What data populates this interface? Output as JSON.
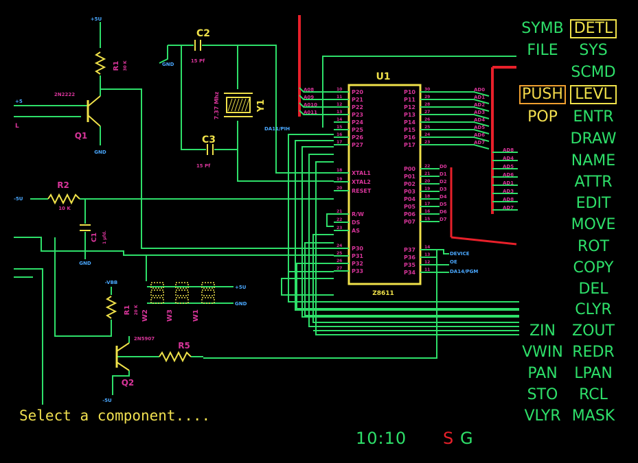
{
  "menu": [
    {
      "label": "SYMB",
      "state": "normal"
    },
    {
      "label": "DETL",
      "state": "selected"
    },
    {
      "label": "FILE",
      "state": "normal"
    },
    {
      "label": "SYS",
      "state": "normal"
    },
    {
      "label": "SCMD",
      "state": "normal"
    },
    {
      "label": "PUSH",
      "state": "push"
    },
    {
      "label": "LEVL",
      "state": "selected"
    },
    {
      "label": "POP",
      "state": "yellow"
    },
    {
      "label": "ENTR",
      "state": "normal"
    },
    {
      "label": "DRAW",
      "state": "normal"
    },
    {
      "label": "NAME",
      "state": "normal"
    },
    {
      "label": "ATTR",
      "state": "normal"
    },
    {
      "label": "EDIT",
      "state": "normal"
    },
    {
      "label": "MOVE",
      "state": "normal"
    },
    {
      "label": "ROT",
      "state": "normal"
    },
    {
      "label": "COPY",
      "state": "normal"
    },
    {
      "label": "DEL",
      "state": "normal"
    },
    {
      "label": "CLYR",
      "state": "normal"
    },
    {
      "label": "ZIN",
      "state": "normal"
    },
    {
      "label": "ZOUT",
      "state": "normal"
    },
    {
      "label": "VWIN",
      "state": "normal"
    },
    {
      "label": "REDR",
      "state": "normal"
    },
    {
      "label": "PAN",
      "state": "normal"
    },
    {
      "label": "LPAN",
      "state": "normal"
    },
    {
      "label": "STO",
      "state": "normal"
    },
    {
      "label": "RCL",
      "state": "normal"
    },
    {
      "label": "VLYR",
      "state": "normal"
    },
    {
      "label": "MASK",
      "state": "normal"
    }
  ],
  "status": {
    "prompt": "Select a component....",
    "clock": "10:10",
    "flag_s": "S",
    "flag_g": "G"
  },
  "schematic": {
    "chip": {
      "ref": "U1",
      "part": "Z8611"
    },
    "chip_left_pins": [
      "P20",
      "P21",
      "P22",
      "P23",
      "P24",
      "P25",
      "P26",
      "P27",
      "XTAL1",
      "XTAL2",
      "RESET",
      "R/W",
      "DS",
      "AS",
      "P30",
      "P31",
      "P32",
      "P33"
    ],
    "chip_right_pins": [
      "P10",
      "P11",
      "P12",
      "P13",
      "P14",
      "P15",
      "P16",
      "P17",
      "P00",
      "P01",
      "P02",
      "P03",
      "P04",
      "P05",
      "P06",
      "P07",
      "P37",
      "P36",
      "P35",
      "P34"
    ],
    "addr_bus_labels": [
      "AD0",
      "AD1",
      "AD2",
      "AD3",
      "AD4",
      "AD5",
      "AD6",
      "AD7"
    ],
    "addr_bus2_labels": [
      "AD8",
      "AD4",
      "AD5",
      "AD6",
      "AD1",
      "AD3",
      "AD8",
      "AD7"
    ],
    "data_bus_labels": [
      "D0",
      "D1",
      "D2",
      "D3",
      "D4",
      "D5",
      "D6",
      "D7"
    ],
    "left_bus_labels": [
      "A08",
      "A09",
      "A010",
      "A011"
    ],
    "signals": {
      "dev": "DEVICE",
      "oe": "OE",
      "dma": "DA14/PGM",
      "da": "DA11/PIH"
    },
    "parts": {
      "q1": "Q1",
      "q1_type": "2N2222",
      "q2": "Q2",
      "q2_type": "2N5907",
      "r1": "R1",
      "r1_val": "30 K",
      "r2": "R2",
      "r2_val": "10 K",
      "r3": "R1",
      "r3_val": "20 K",
      "r5": "R5",
      "c1": "C1",
      "c1_val": "1 μfd.",
      "c2": "C2",
      "c2_val": "15 Pf",
      "c3": "C3",
      "c3_val": "15 Pf",
      "y1": "Y1",
      "y1_val": "7.37 Mhz",
      "w1": "W1",
      "w2": "W2",
      "w3": "W3"
    },
    "power": {
      "plus5": "+5U",
      "gnd": "GND",
      "vbb": "-VBB",
      "minus5": "-5U",
      "plus5b": "+5U",
      "ten": "+5U"
    },
    "inputs": {
      "in1": "+5",
      "in2": "L"
    }
  }
}
